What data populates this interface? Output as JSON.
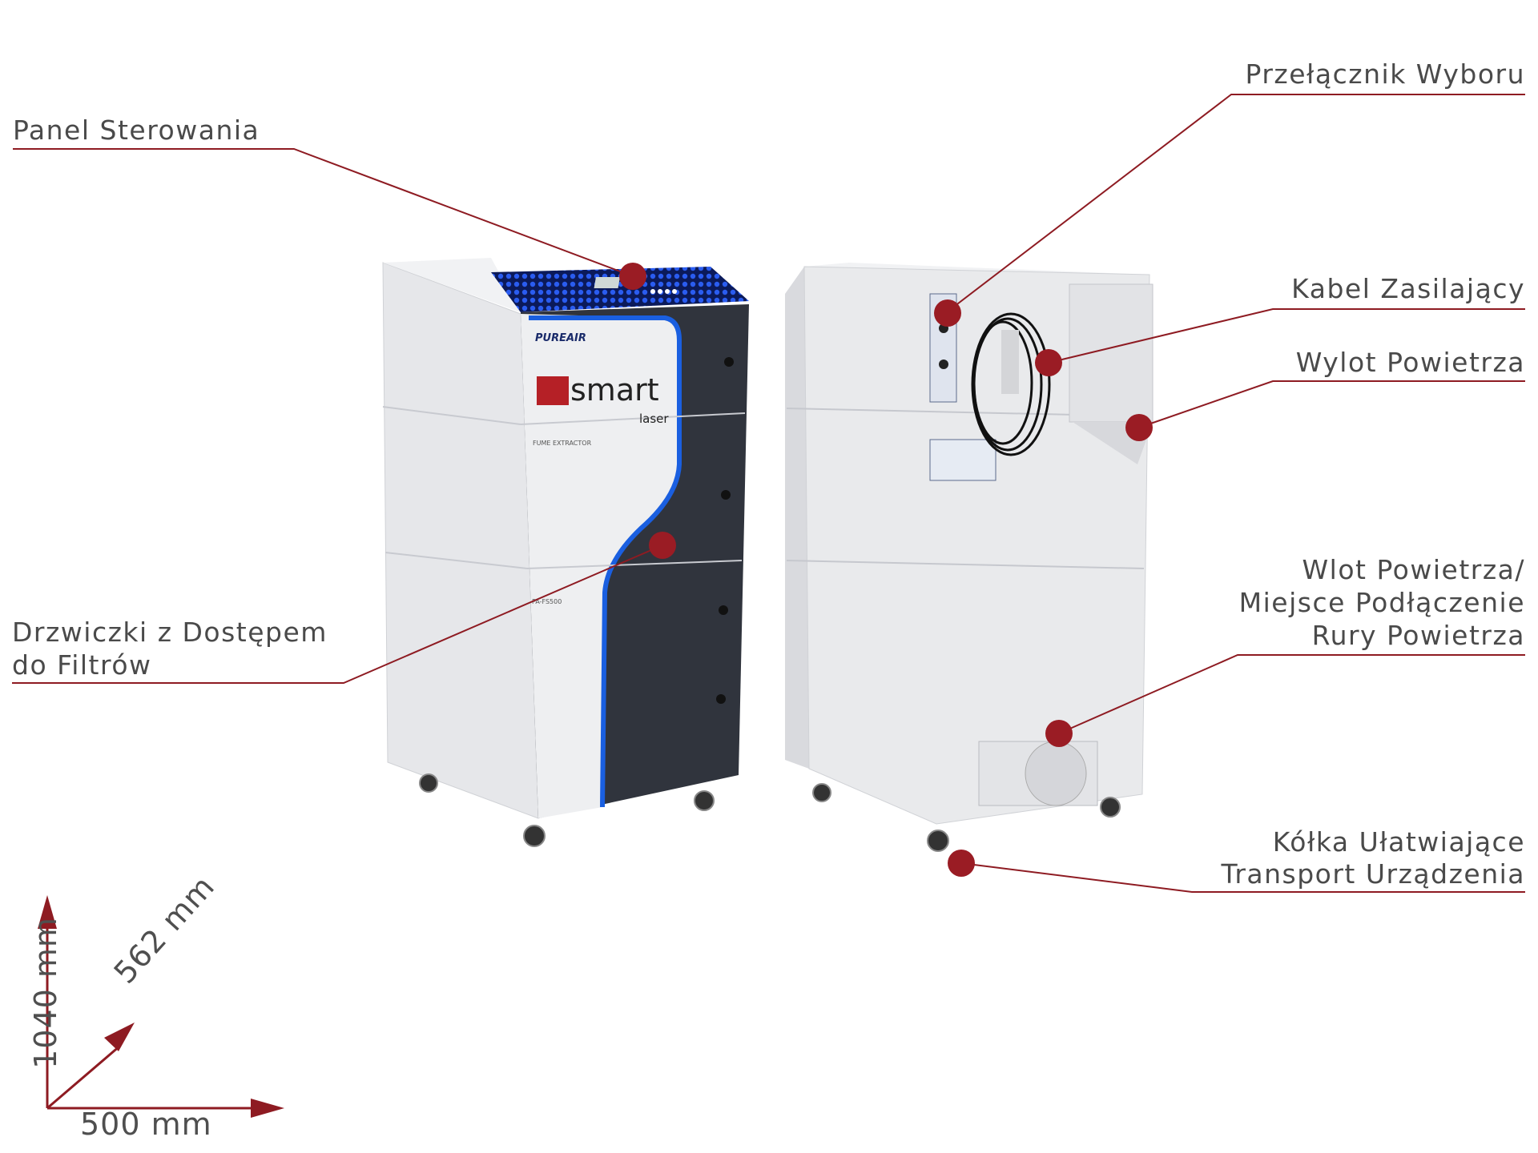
{
  "colors": {
    "accent": "#8e1b22",
    "dot": "#9a1c24",
    "text": "#4a4a4a",
    "machine_dark": "#30343d",
    "machine_blue": "#1a5fe0"
  },
  "labels": {
    "panel": "Panel Sterowania",
    "doors_1": "Drzwiczki z Dostępem",
    "doors_2": "do Filtrów",
    "switch": "Przełącznik Wyboru",
    "cable": "Kabel Zasilający",
    "outlet": "Wylot Powietrza",
    "inlet_1": "Wlot Powietrza/",
    "inlet_2": "Miejsce Podłączenie",
    "inlet_3": "Rury Powietrza",
    "wheels_1": "Kółka Ułatwiające",
    "wheels_2": "Transport Urządzenia"
  },
  "dimensions": {
    "height": "1040 mm",
    "depth": "562 mm",
    "width": "500 mm"
  },
  "product": {
    "brand": "PUREAIR",
    "logo_main": "smart",
    "logo_sub": "laser",
    "type": "FUME EXTRACTOR",
    "model": "PA-FS500"
  }
}
